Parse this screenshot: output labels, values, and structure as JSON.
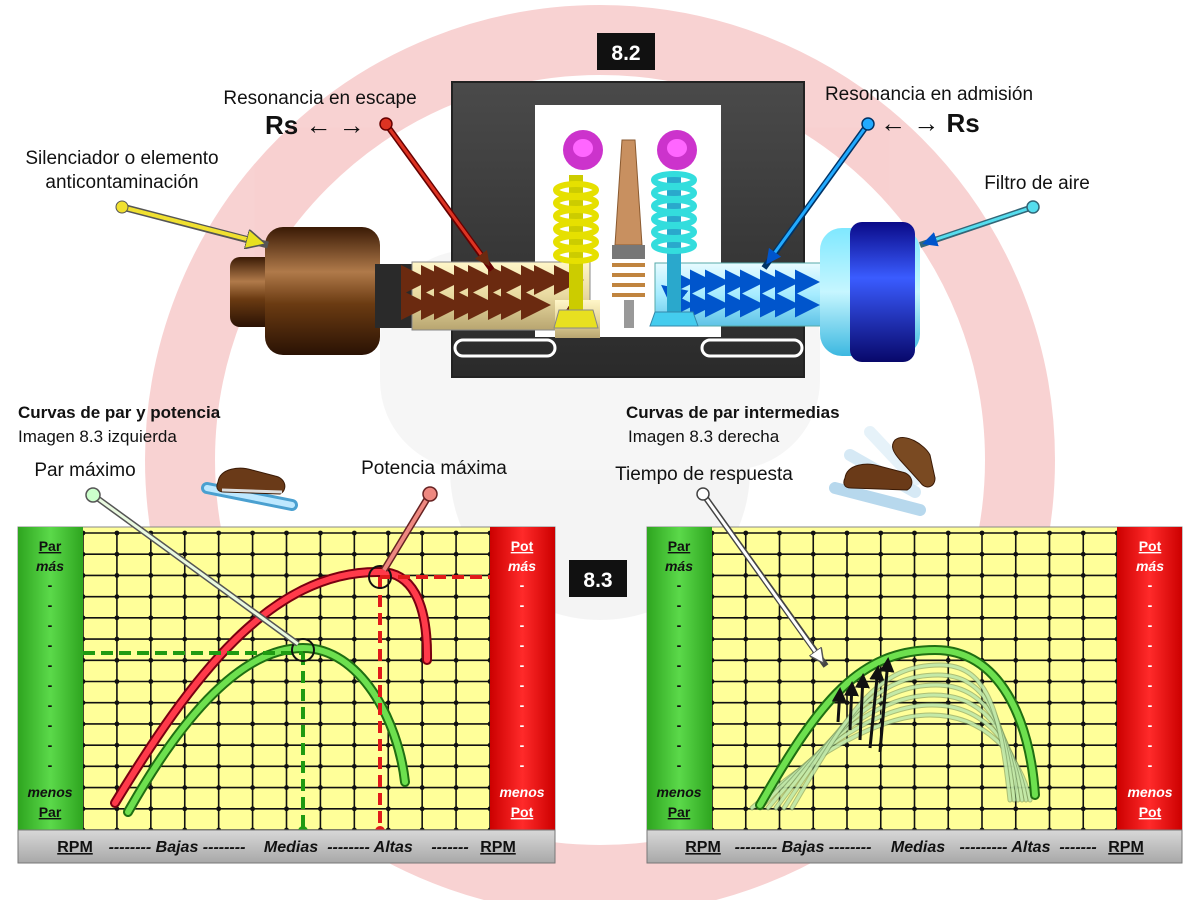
{
  "badges": {
    "top": "8.2",
    "mid": "8.3"
  },
  "engine": {
    "silencer_label_line1": "Silenciador o elemento",
    "silencer_label_line2": "anticontaminación",
    "exhaust_resonance_label": "Resonancia en escape",
    "exhaust_rs": "Rs ← →",
    "intake_resonance_label": "Resonancia en admisión",
    "intake_rs": "← → Rs",
    "air_filter_label": "Filtro de aire"
  },
  "left_chart": {
    "title": "Curvas de par y potencia",
    "subtitle": "Imagen  8.3 izquierda",
    "max_torque_label": "Par máximo",
    "max_power_label": "Potencia máxima",
    "left_side": {
      "top_line1": "Par",
      "top_line2": "más",
      "bottom_line1": "menos",
      "bottom_line2": "Par"
    },
    "right_side": {
      "top_line1": "Pot",
      "top_line2": "más",
      "bottom_line1": "menos",
      "bottom_line2": "Pot"
    },
    "rpm_bar": {
      "left": "RPM",
      "low": "-------- Bajas --------",
      "mid": "Medias",
      "high": "-------- Altas",
      "right_dashes": "-------",
      "right": "RPM"
    }
  },
  "right_chart": {
    "title": "Curvas de par intermedias",
    "subtitle": "Imagen  8.3 derecha",
    "response_label": "Tiempo de respuesta",
    "left_side": {
      "top_line1": "Par",
      "top_line2": "más",
      "bottom_line1": "menos",
      "bottom_line2": "Par"
    },
    "right_side": {
      "top_line1": "Pot",
      "top_line2": "más",
      "bottom_line1": "menos",
      "bottom_line2": "Pot"
    },
    "rpm_bar": {
      "left": "RPM",
      "low": "-------- Bajas --------",
      "mid": "Medias",
      "high": "--------- Altas",
      "right_dashes": "-------",
      "right": "RPM"
    }
  },
  "colors": {
    "torque": "#3fbf2a",
    "power": "#e6283a",
    "grid_bg": "#ffff99",
    "green_panel": "#44cc33",
    "red_panel": "#ee1111",
    "exhaust": "#6b3b12",
    "intake": "#33aaff",
    "filter": "#1122cc"
  }
}
